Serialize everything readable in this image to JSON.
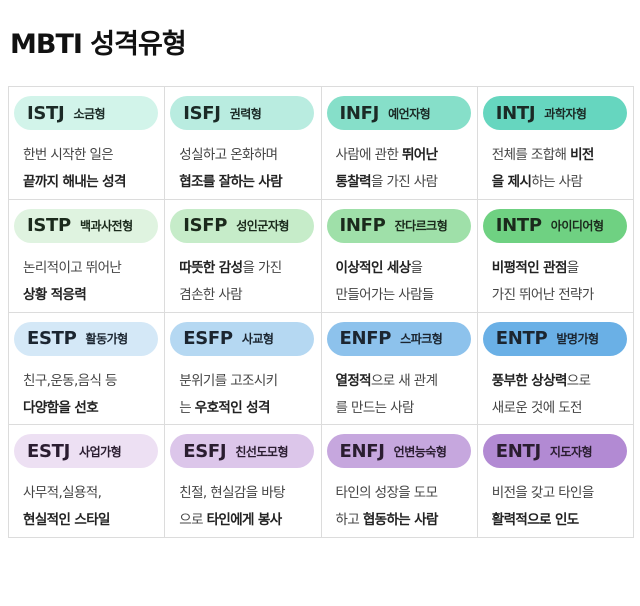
{
  "title": "MBTI 성격유형",
  "types": [
    {
      "code": "ISTJ",
      "name": "소금형",
      "bg": "#d2f4ea",
      "fg": "#1b2a26",
      "lines": [
        [
          {
            "t": "한번 시작한 일은",
            "b": false
          }
        ],
        [
          {
            "t": "끝까지 해내는 성격",
            "b": true
          }
        ]
      ]
    },
    {
      "code": "ISFJ",
      "name": "권력형",
      "bg": "#b9ece0",
      "fg": "#1b2a26",
      "lines": [
        [
          {
            "t": "성실하고 온화하며",
            "b": false
          }
        ],
        [
          {
            "t": "협조를 잘하는 사람",
            "b": true
          }
        ]
      ]
    },
    {
      "code": "INFJ",
      "name": "예언자형",
      "bg": "#86dfc9",
      "fg": "#1b2a26",
      "lines": [
        [
          {
            "t": "사람에 관한 ",
            "b": false
          },
          {
            "t": "뛰어난",
            "b": true
          }
        ],
        [
          {
            "t": "통찰력",
            "b": true
          },
          {
            "t": "을 가진 사람",
            "b": false
          }
        ]
      ]
    },
    {
      "code": "INTJ",
      "name": "과학자형",
      "bg": "#66d6bf",
      "fg": "#1b2a26",
      "lines": [
        [
          {
            "t": "전체를 조합해 ",
            "b": false
          },
          {
            "t": "비전",
            "b": true
          }
        ],
        [
          {
            "t": "을 제시",
            "b": true
          },
          {
            "t": "하는 사람",
            "b": false
          }
        ]
      ]
    },
    {
      "code": "ISTP",
      "name": "백과사전형",
      "bg": "#dff3e0",
      "fg": "#1b2a1c",
      "lines": [
        [
          {
            "t": "논리적이고 뛰어난",
            "b": false
          }
        ],
        [
          {
            "t": "상황 적응력",
            "b": true
          }
        ]
      ]
    },
    {
      "code": "ISFP",
      "name": "성인군자형",
      "bg": "#c6ecc9",
      "fg": "#1b2a1c",
      "lines": [
        [
          {
            "t": "따뜻한 감성",
            "b": true
          },
          {
            "t": "을 가진",
            "b": false
          }
        ],
        [
          {
            "t": "겸손한 사람",
            "b": false
          }
        ]
      ]
    },
    {
      "code": "INFP",
      "name": "잔다르크형",
      "bg": "#9fe0a9",
      "fg": "#1b2a1c",
      "lines": [
        [
          {
            "t": "이상적인 세상",
            "b": true
          },
          {
            "t": "을",
            "b": false
          }
        ],
        [
          {
            "t": "만들어가는 사람들",
            "b": false
          }
        ]
      ]
    },
    {
      "code": "INTP",
      "name": "아이디어형",
      "bg": "#6fd182",
      "fg": "#1b2a1c",
      "lines": [
        [
          {
            "t": "비평적인 관점",
            "b": true
          },
          {
            "t": "을",
            "b": false
          }
        ],
        [
          {
            "t": "가진 뛰어난 전략가",
            "b": false
          }
        ]
      ]
    },
    {
      "code": "ESTP",
      "name": "활동가형",
      "bg": "#d4e8f7",
      "fg": "#1b2530",
      "lines": [
        [
          {
            "t": "친구,운동,음식 등",
            "b": false
          }
        ],
        [
          {
            "t": "다양함을 선호",
            "b": true
          }
        ]
      ]
    },
    {
      "code": "ESFP",
      "name": "사교형",
      "bg": "#b5d8f2",
      "fg": "#1b2530",
      "lines": [
        [
          {
            "t": "분위기를 고조시키",
            "b": false
          }
        ],
        [
          {
            "t": "는 ",
            "b": false
          },
          {
            "t": "우호적인 성격",
            "b": true
          }
        ]
      ]
    },
    {
      "code": "ENFP",
      "name": "스파크형",
      "bg": "#8dc2ec",
      "fg": "#1b2530",
      "lines": [
        [
          {
            "t": "열정적",
            "b": true
          },
          {
            "t": "으로 새 관계",
            "b": false
          }
        ],
        [
          {
            "t": "를 만드는 사람",
            "b": false
          }
        ]
      ]
    },
    {
      "code": "ENTP",
      "name": "발명가형",
      "bg": "#6ab0e6",
      "fg": "#1b2530",
      "lines": [
        [
          {
            "t": "풍부한 상상력",
            "b": true
          },
          {
            "t": "으로",
            "b": false
          }
        ],
        [
          {
            "t": "새로운 것에 도전",
            "b": false
          }
        ]
      ]
    },
    {
      "code": "ESTJ",
      "name": "사업가형",
      "bg": "#ede0f3",
      "fg": "#2a1d30",
      "lines": [
        [
          {
            "t": "사무적,실용적,",
            "b": false
          }
        ],
        [
          {
            "t": "현실적인 스타일",
            "b": true
          }
        ]
      ]
    },
    {
      "code": "ESFJ",
      "name": "친선도모형",
      "bg": "#dcc6ea",
      "fg": "#2a1d30",
      "lines": [
        [
          {
            "t": "친절, 현실감을 바탕",
            "b": false
          }
        ],
        [
          {
            "t": "으로 ",
            "b": false
          },
          {
            "t": "타인에게 봉사",
            "b": true
          }
        ]
      ]
    },
    {
      "code": "ENFJ",
      "name": "언변능숙형",
      "bg": "#c6a7de",
      "fg": "#2a1d30",
      "lines": [
        [
          {
            "t": "타인의 성장을 도모",
            "b": false
          }
        ],
        [
          {
            "t": "하고 ",
            "b": false
          },
          {
            "t": "협동하는 사람",
            "b": true
          }
        ]
      ]
    },
    {
      "code": "ENTJ",
      "name": "지도자형",
      "bg": "#b28ad3",
      "fg": "#2a1d30",
      "lines": [
        [
          {
            "t": "비전을 갖고 타인을",
            "b": false
          }
        ],
        [
          {
            "t": "활력적으로 인도",
            "b": true
          }
        ]
      ]
    }
  ]
}
